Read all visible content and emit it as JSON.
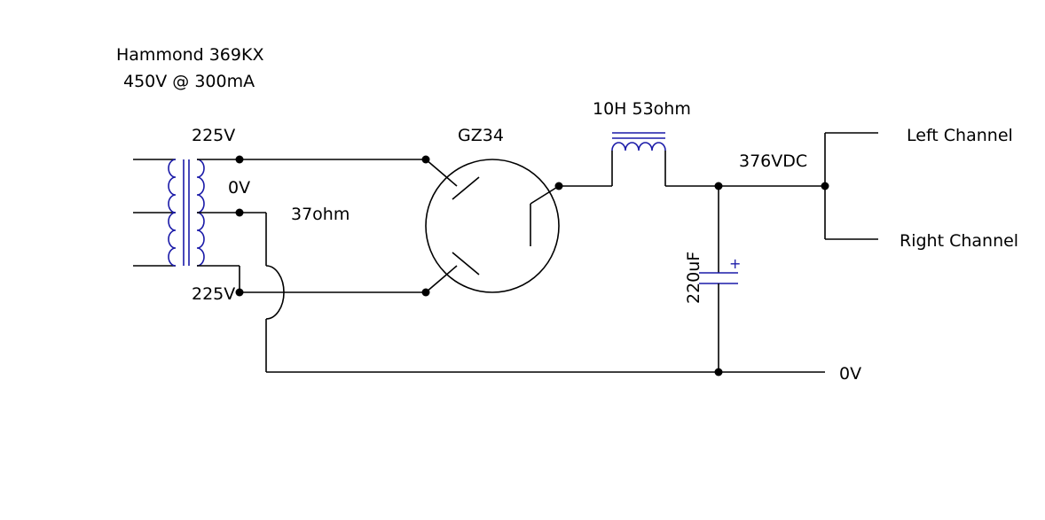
{
  "colors": {
    "wire": "#000000",
    "component": "#1a1aa8",
    "background": "#ffffff"
  },
  "transformer": {
    "model": "Hammond 369KX",
    "rating": "450V @ 300mA",
    "tap_top": "225V",
    "tap_center": "0V",
    "tap_bottom": "225V"
  },
  "resistor": {
    "value": "37ohm"
  },
  "rectifier": {
    "tube": "GZ34"
  },
  "choke": {
    "value": "10H 53ohm"
  },
  "capacitor": {
    "value": "220uF",
    "polarity": "+"
  },
  "output": {
    "voltage": "376VDC",
    "left": "Left Channel",
    "right": "Right Channel",
    "ground": "0V"
  }
}
